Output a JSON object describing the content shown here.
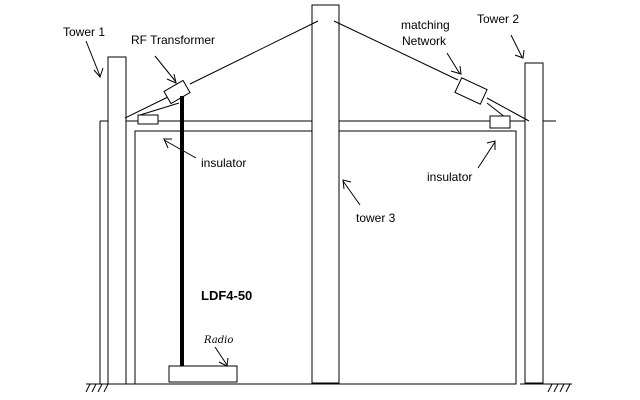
{
  "labels": {
    "tower1": "Tower 1",
    "tower2": "Tower 2",
    "tower3": "tower 3",
    "rf_transformer": "RF Transformer",
    "matching_line1": "matching",
    "matching_line2": "Network",
    "insulator_left": "insulator",
    "insulator_right": "insulator",
    "feedline": "LDF4-50",
    "radio": "Radio"
  },
  "colors": {
    "stroke": "#000000",
    "background": "#ffffff"
  }
}
